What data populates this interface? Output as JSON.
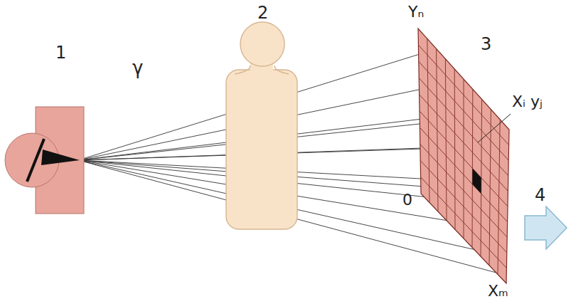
{
  "diagram": {
    "labels": [
      "1",
      "γ",
      "2",
      "3",
      "Yₙ",
      "Xᵢ yⱼ",
      "0",
      "Xₘ",
      "4"
    ]
  }
}
